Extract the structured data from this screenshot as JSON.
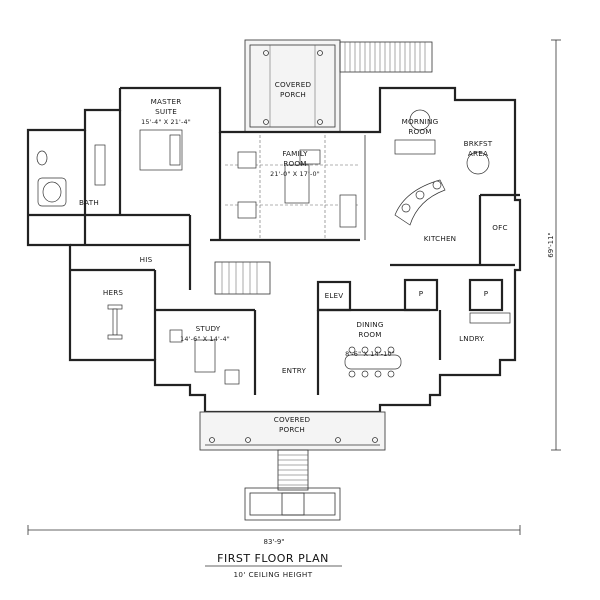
{
  "plan": {
    "title": "FIRST FLOOR PLAN",
    "subtitle": "10' CEILING HEIGHT",
    "overall_width": "83'-9\"",
    "overall_depth": "69'-11\""
  },
  "rooms": {
    "covered_porch_rear": {
      "line1": "COVERED",
      "line2": "PORCH"
    },
    "morning_room": {
      "line1": "MORNING",
      "line2": "ROOM"
    },
    "brkfst_area": {
      "line1": "BRKFST",
      "line2": "AREA"
    },
    "master_suite": {
      "line1": "MASTER",
      "line2": "SUITE",
      "dims": "15'-4\" X 21'-4\""
    },
    "family_room": {
      "line1": "FAMILY",
      "line2": "ROOM",
      "dims": "21'-0\" X 17'-0\""
    },
    "bath": {
      "label": "BATH"
    },
    "kitchen": {
      "label": "KITCHEN"
    },
    "ofc": {
      "label": "OFC"
    },
    "his": {
      "label": "HIS"
    },
    "hers": {
      "label": "HERS"
    },
    "elev": {
      "label": "ELEV"
    },
    "pantry_left": {
      "label": "P"
    },
    "pantry_right": {
      "label": "P"
    },
    "study": {
      "label": "STUDY",
      "dims": "14'-6\" X 14'-4\""
    },
    "dining_room": {
      "line1": "DINING",
      "line2": "ROOM",
      "dims": "8'-6\" X 14'-10\""
    },
    "lndry": {
      "label": "LNDRY."
    },
    "entry": {
      "label": "ENTRY"
    },
    "covered_porch_front": {
      "line1": "COVERED",
      "line2": "PORCH"
    }
  }
}
